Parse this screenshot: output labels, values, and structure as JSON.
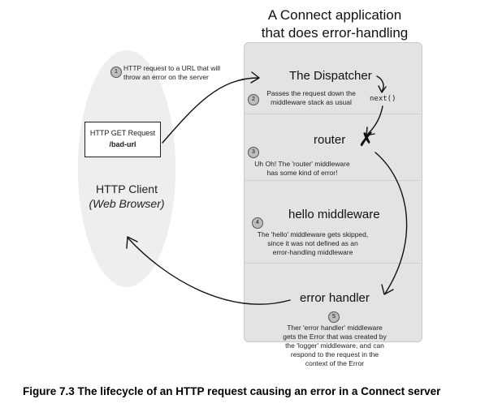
{
  "title": {
    "line1": "A Connect application",
    "line2": "that does error-handling"
  },
  "client": {
    "label_line1": "HTTP Client",
    "label_line2": "(Web Browser)",
    "request_box": {
      "line1": "HTTP GET Request",
      "line2": "/bad-url"
    }
  },
  "steps": [
    {
      "num": "1",
      "text_line1": "HTTP request to a URL that will",
      "text_line2": "throw an error on the server"
    },
    {
      "num": "2",
      "title": "The Dispatcher",
      "text_line1": "Passes the request down the",
      "text_line2": "middleware stack as usual"
    },
    {
      "num": "3",
      "title": "router",
      "text_line1": "Uh Oh! The 'router' middleware",
      "text_line2": "has some kind of error!"
    },
    {
      "num": "4",
      "title": "hello middleware",
      "text_line1": "The 'hello' middleware gets skipped,",
      "text_line2": "since it was not defined as an",
      "text_line3": "error-handling middleware"
    },
    {
      "num": "5",
      "title": "error handler",
      "text_line1": "Ther 'error handler' middleware",
      "text_line2": "gets the Error that was created by",
      "text_line3": "the 'logger' middleware, and can",
      "text_line4": "respond to the request in the",
      "text_line5": "context of the Error"
    }
  ],
  "next_label": "next()",
  "error_mark": "✗",
  "caption": "Figure 7.3 The lifecycle of an HTTP request causing an error in a Connect server"
}
